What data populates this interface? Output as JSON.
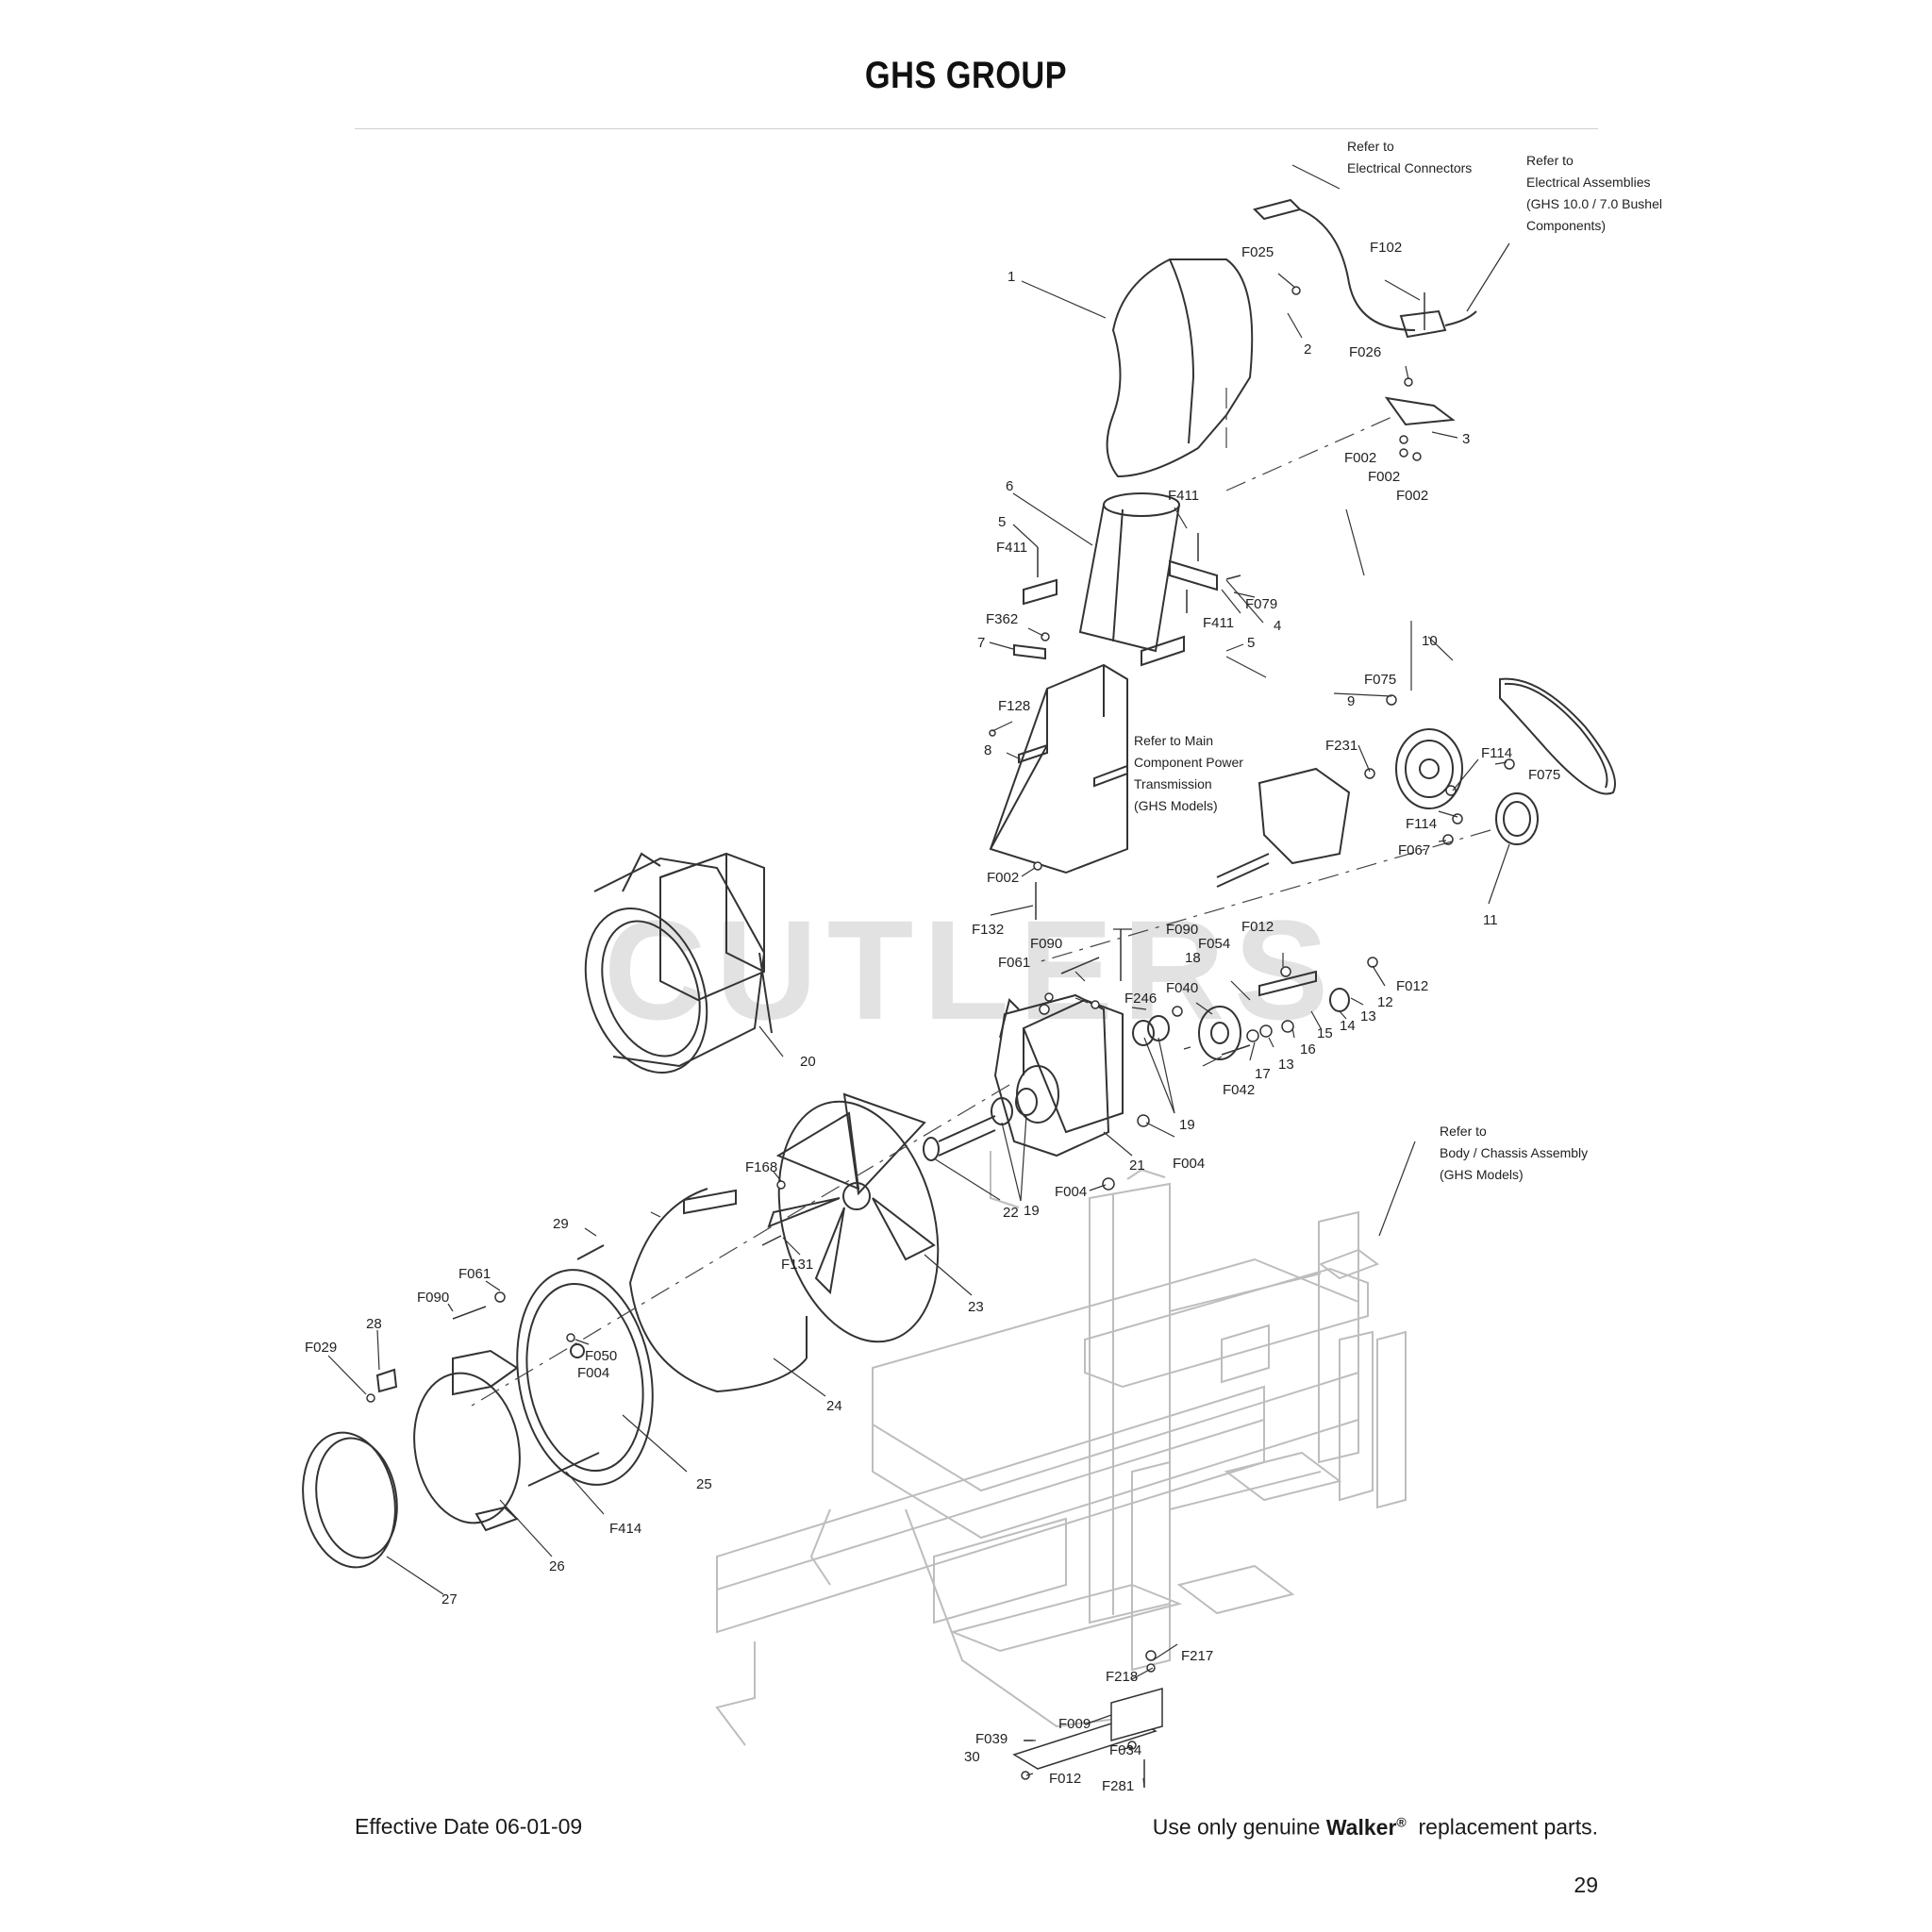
{
  "title": "GHS GROUP",
  "watermark": "CUTLERS",
  "notes": {
    "electrical_connectors": [
      "Refer to",
      "Electrical Connectors"
    ],
    "electrical_assemblies": [
      "Refer to",
      "Electrical Assemblies",
      "(GHS 10.0 / 7.0 Bushel",
      "Components)"
    ],
    "main_component": [
      "Refer to Main",
      "Component Power",
      "Transmission",
      "(GHS Models)"
    ],
    "body_chassis": [
      "Refer to",
      "Body / Chassis Assembly",
      "(GHS Models)"
    ]
  },
  "callouts": {
    "c1": "1",
    "c2": "2",
    "c3": "3",
    "c4": "4",
    "c5a": "5",
    "c5b": "5",
    "c6": "6",
    "c7": "7",
    "c8": "8",
    "c9": "9",
    "c10": "10",
    "c11": "11",
    "c12": "12",
    "c13a": "13",
    "c13b": "13",
    "c14": "14",
    "c15": "15",
    "c16": "16",
    "c17": "17",
    "c18": "18",
    "c19a": "19",
    "c19b": "19",
    "c20": "20",
    "c21": "21",
    "c22": "22",
    "c23": "23",
    "c24": "24",
    "c25": "25",
    "c26": "26",
    "c27": "27",
    "c28": "28",
    "c29": "29",
    "c30": "30",
    "F025": "F025",
    "F102": "F102",
    "F026": "F026",
    "F002a": "F002",
    "F002b": "F002",
    "F002c": "F002",
    "F411a": "F411",
    "F411b": "F411",
    "F411c": "F411",
    "F079": "F079",
    "F362": "F362",
    "F128": "F128",
    "F002d": "F002",
    "F132": "F132",
    "F075a": "F075",
    "F075b": "F075",
    "F231": "F231",
    "F114a": "F114",
    "F114b": "F114",
    "F067": "F067",
    "F090a": "F090",
    "F090b": "F090",
    "F061a": "F061",
    "F246": "F246",
    "F054": "F054",
    "F012a": "F012",
    "F012b": "F012",
    "F040": "F040",
    "F042": "F042",
    "F004a": "F004",
    "F004b": "F004",
    "F168": "F168",
    "F131": "F131",
    "F061b": "F061",
    "F090c": "F090",
    "F050": "F050",
    "F004c": "F004",
    "F029": "F029",
    "F414": "F414",
    "F217": "F217",
    "F218": "F218",
    "F009": "F009",
    "F039": "F039",
    "F034": "F034",
    "F012c": "F012",
    "F281": "F281"
  },
  "footer": {
    "effective_date": "Effective Date 06-01-09",
    "parts_prefix": "Use only genuine",
    "brand": "Walker",
    "registered": "®",
    "parts_suffix": "replacement parts.",
    "page_number": "29"
  }
}
